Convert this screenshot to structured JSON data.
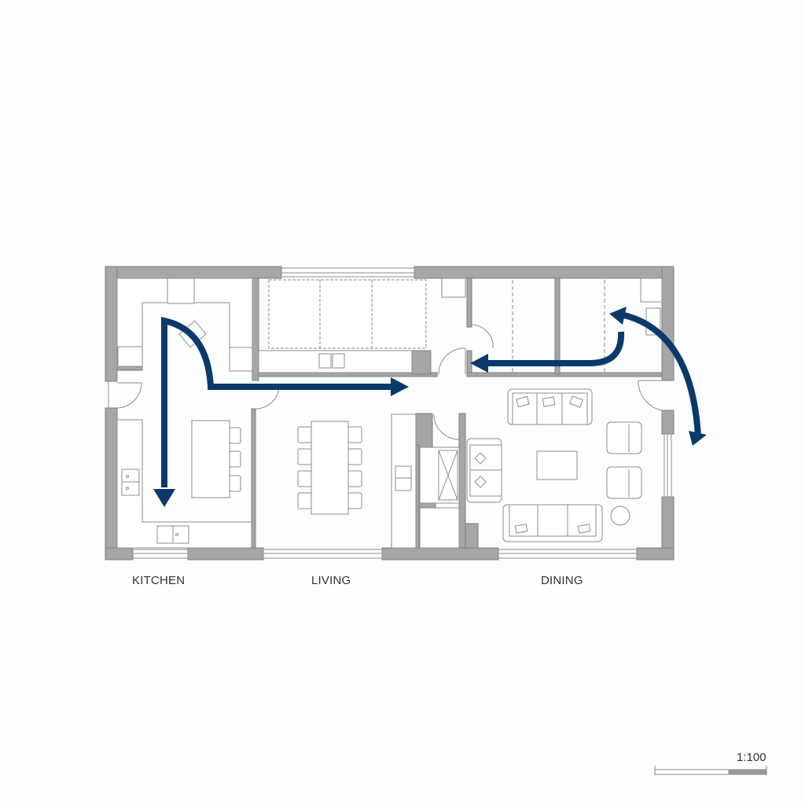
{
  "plan": {
    "colors": {
      "background": "#fdfdfd",
      "wall": "#a6a6a6",
      "wall_outline": "#7a7a7a",
      "fixture_line": "#8a8a8a",
      "arrow": "#0a3a6b",
      "label": "#333333"
    },
    "rooms": [
      {
        "name": "kitchen",
        "label": "KITCHEN"
      },
      {
        "name": "living",
        "label": "LIVING"
      },
      {
        "name": "dining",
        "label": "DINING"
      }
    ],
    "scale": {
      "label": "1:100"
    },
    "circulation_arrows": [
      {
        "id": "kitchen-down",
        "description": "Curved path from kitchen top, downward arrow"
      },
      {
        "id": "kitchen-to-hall",
        "description": "Path from kitchen corner curve rightward to hall"
      },
      {
        "id": "bedroom-left",
        "description": "Arrow heading left through upper rooms"
      },
      {
        "id": "exterior-arc",
        "description": "Double-headed arc along right exterior wall"
      }
    ]
  }
}
